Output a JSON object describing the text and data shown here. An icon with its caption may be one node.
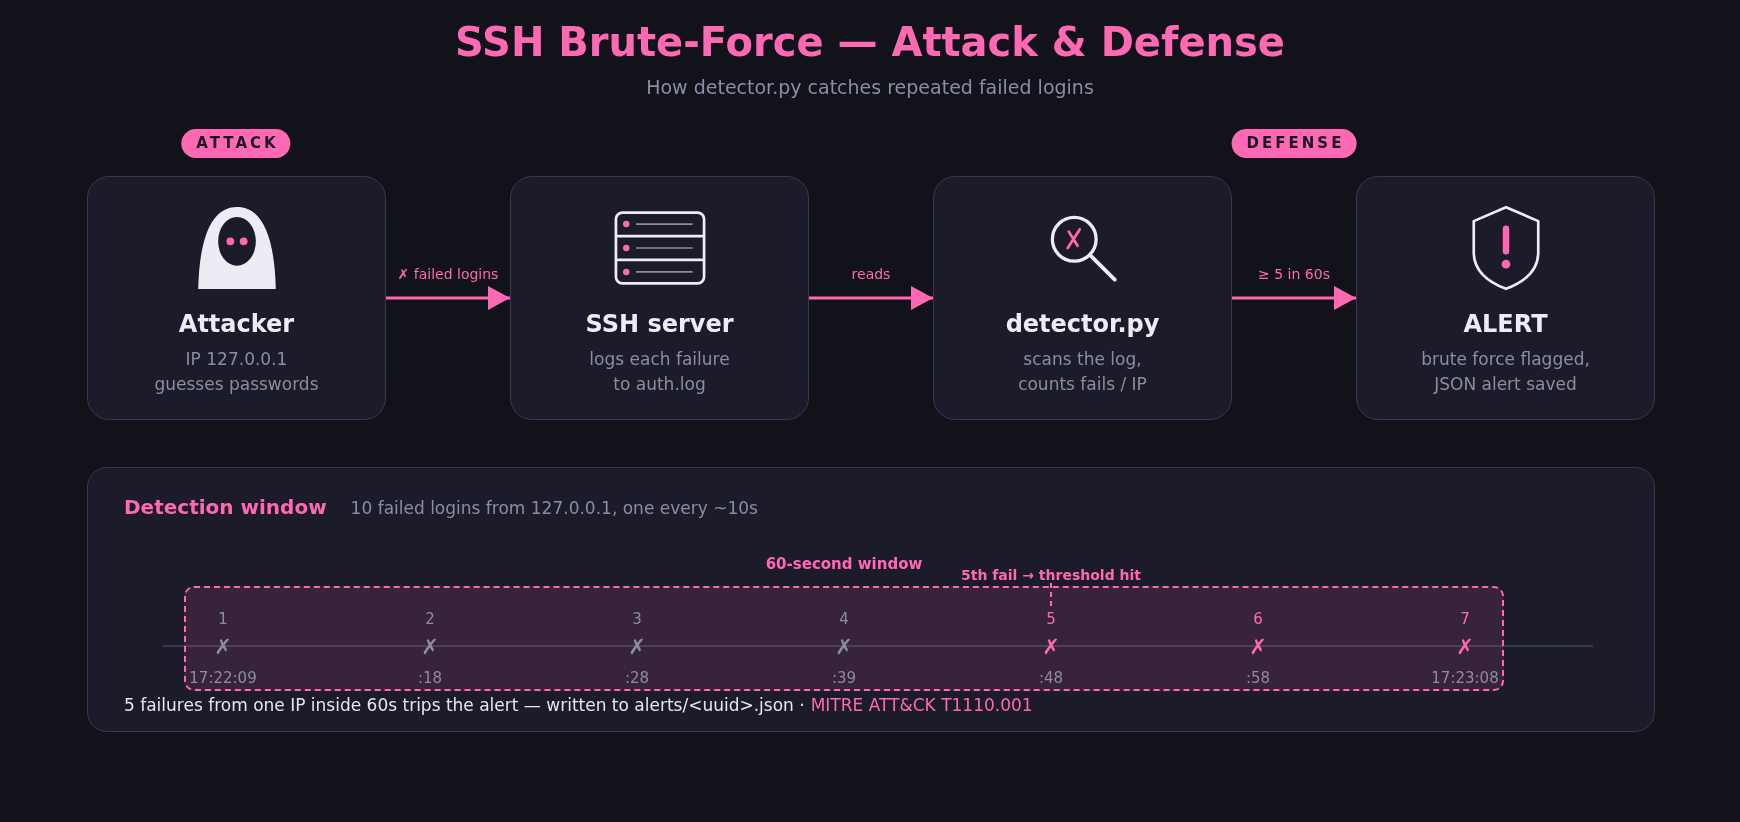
{
  "diagram": {
    "title": "SSH Brute-Force — Attack & Defense",
    "nodes": [
      {
        "text": [
          "ATTACK"
        ]
      },
      {
        "text": [
          "DEFENSE"
        ]
      },
      {
        "text": [
          "Attacker",
          "IP 127.0.0.1 guesses passwords"
        ]
      },
      {
        "text": [
          "SSH server",
          "logs each failure to auth.log"
        ]
      },
      {
        "text": [
          "detector.py",
          "scans the log, counts fails / IP"
        ]
      },
      {
        "text": [
          "ALERT",
          "brute force flagged, JSON alert saved"
        ]
      },
      {
        "text": [
          "Detection window",
          "10 failed logins from 127.0.0.1, one every ~10s",
          "5 failures from one IP inside 60s trips the alert — written to alerts/<uuid>.json ·",
          "MITRE ATT&CK T1110.001"
        ]
      },
      {
        "text": [
          "60-second window"
        ],
        "in": 6
      },
      {
        "text": [
          "5th fail → threshold hit"
        ],
        "in": 6
      },
      {
        "text": [
          "5"
        ],
        "in": 7
      }
    ],
    "edges": [
      {
        "from": 2,
        "to": 3,
        "arrow": "to",
        "label": "✗ failed logins"
      },
      {
        "from": 3,
        "to": 4,
        "arrow": "to",
        "label": "reads"
      },
      {
        "from": 4,
        "to": 5,
        "arrow": "to",
        "label": "≥ 5 in 60s"
      },
      {
        "from": 8,
        "to": 9,
        "arrow": "none",
        "style": "dashed"
      }
    ],
    "labels": [
      "How detector.py catches repeated failed logins",
      "1",
      "2",
      "3",
      "4",
      "6",
      "7",
      "✗",
      "✗",
      "✗",
      "✗",
      "✗",
      "✗",
      "✗",
      "17:22:09",
      ":18",
      ":28",
      ":39",
      ":48",
      ":58",
      "17:23:08"
    ]
  }
}
